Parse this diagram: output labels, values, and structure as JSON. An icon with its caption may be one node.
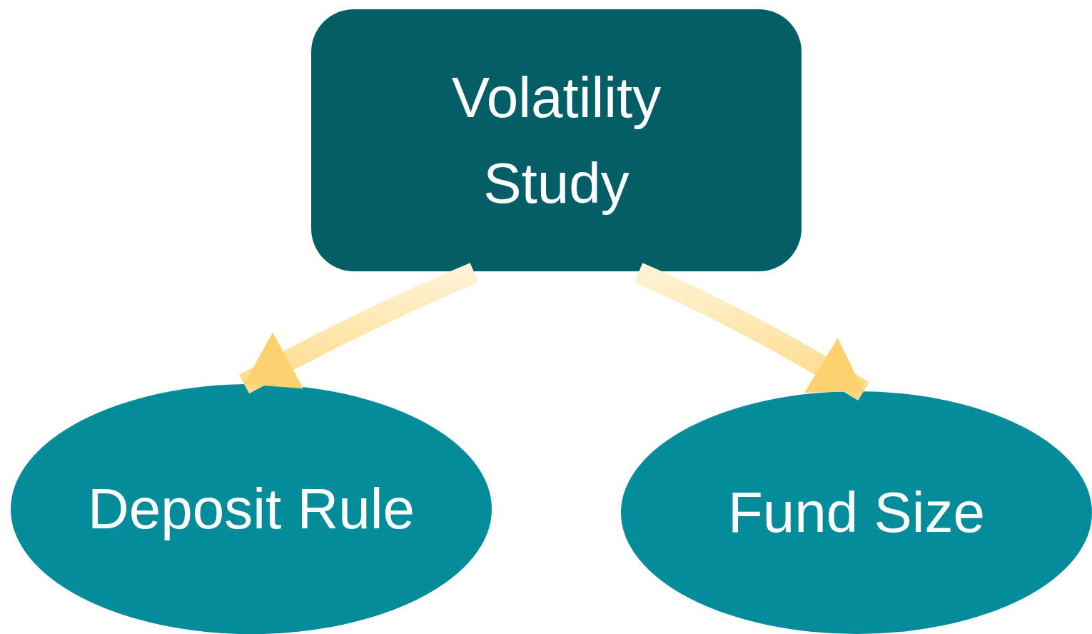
{
  "diagram": {
    "nodes": [
      {
        "text": [
          "Volatility Study"
        ]
      },
      {
        "text": [
          "Deposit Rule"
        ]
      },
      {
        "text": [
          "Fund Size"
        ]
      }
    ],
    "edges": [
      {
        "from": 0,
        "to": 1,
        "arrow": "to",
        "style": "thick"
      },
      {
        "from": 0,
        "to": 2,
        "arrow": "to",
        "style": "thick"
      }
    ]
  }
}
